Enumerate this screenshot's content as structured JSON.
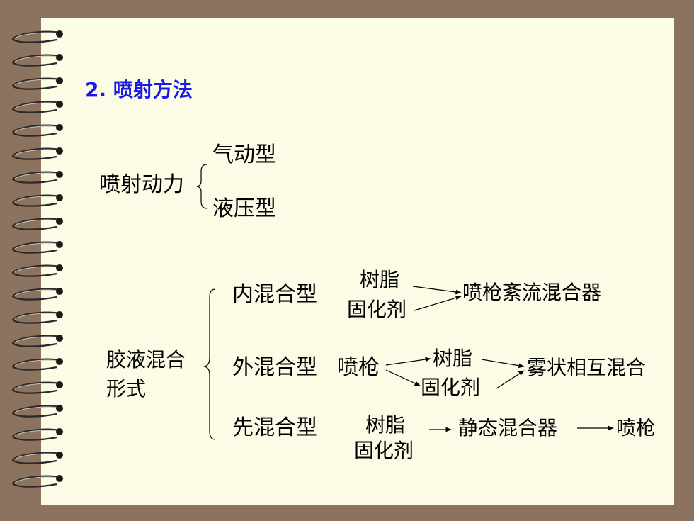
{
  "title": "2. 喷射方法",
  "power": {
    "label": "喷射动力",
    "types": [
      "气动型",
      "液压型"
    ]
  },
  "mix": {
    "label_line1": "胶液混合",
    "label_line2": "形式",
    "internal": {
      "label": "内混合型",
      "resin": "树脂",
      "hardener": "固化剂",
      "result": "喷枪紊流混合器"
    },
    "external": {
      "label": "外混合型",
      "gun": "喷枪",
      "resin": "树脂",
      "hardener": "固化剂",
      "result": "雾状相互混合"
    },
    "premix": {
      "label": "先混合型",
      "resin": "树脂",
      "hardener": "固化剂",
      "mixer": "静态混合器",
      "gun": "喷枪"
    }
  },
  "colors": {
    "title": "#1a1ae6",
    "background": "#fcfbe6",
    "frame": "#8b7360"
  }
}
